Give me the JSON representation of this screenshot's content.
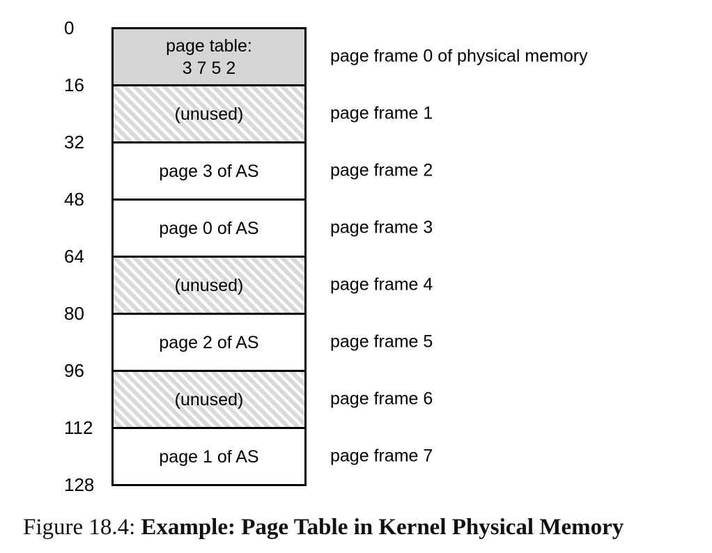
{
  "memory": {
    "addresses": [
      "0",
      "16",
      "32",
      "48",
      "64",
      "80",
      "96",
      "112",
      "128"
    ],
    "frames": [
      {
        "line1": "page table:",
        "line2": "3 7 5 2",
        "fill": "gray",
        "frame_label": "page frame 0 of physical memory"
      },
      {
        "text": "(unused)",
        "fill": "hatched",
        "frame_label": "page frame 1"
      },
      {
        "text": "page 3 of AS",
        "fill": "white",
        "frame_label": "page frame 2"
      },
      {
        "text": "page 0 of AS",
        "fill": "white",
        "frame_label": "page frame 3"
      },
      {
        "text": "(unused)",
        "fill": "hatched",
        "frame_label": "page frame 4"
      },
      {
        "text": "page 2 of AS",
        "fill": "white",
        "frame_label": "page frame 5"
      },
      {
        "text": "(unused)",
        "fill": "hatched",
        "frame_label": "page frame 6"
      },
      {
        "text": "page 1 of AS",
        "fill": "white",
        "frame_label": "page frame 7"
      }
    ]
  },
  "caption": {
    "prefix": "Figure 18.4:",
    "title": "Example: Page Table in Kernel Physical Memory"
  },
  "colors": {
    "border": "#000000",
    "page_table_fill": "#d5d5d5",
    "hatch_stripe": "#d9d9d9",
    "background": "#ffffff"
  }
}
